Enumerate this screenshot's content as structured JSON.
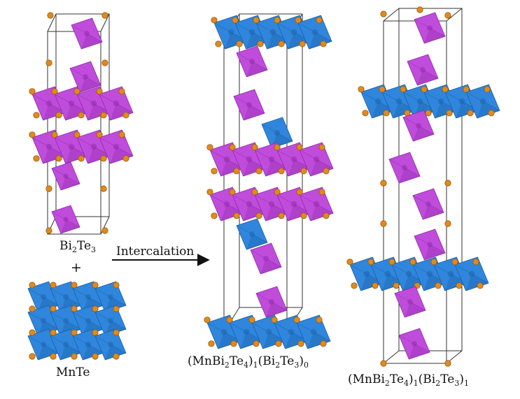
{
  "colors": {
    "bi_octahedron": "#c04cdc",
    "bi_octahedron_dark": "#8e2aa8",
    "mn_octahedron": "#2f86dc",
    "mn_octahedron_dark": "#1d5fa6",
    "te_atom": "#e08a1e",
    "cell_line": "#333333"
  },
  "labels": {
    "bi2te3": {
      "base1": "Bi",
      "sub1": "2",
      "base2": "Te",
      "sub2": "3"
    },
    "plus": "+",
    "mnte": "MnTe",
    "arrow": "Intercalation",
    "phase1": {
      "p1": "(MnBi",
      "s1": "2",
      "p2": "Te",
      "s2": "4",
      "p3": ")",
      "s3": "1",
      "p4": "(Bi",
      "s4": "2",
      "p5": "Te",
      "s5": "3",
      "p6": ")",
      "s6": "0"
    },
    "phase2": {
      "p1": "(MnBi",
      "s1": "2",
      "p2": "Te",
      "s2": "4",
      "p3": ")",
      "s3": "1",
      "p4": "(Bi",
      "s4": "2",
      "p5": "Te",
      "s5": "3",
      "p6": ")",
      "s6": "1"
    }
  },
  "icons": {
    "arrow": "right-arrow-icon",
    "structure": "crystal-structure-icon"
  }
}
